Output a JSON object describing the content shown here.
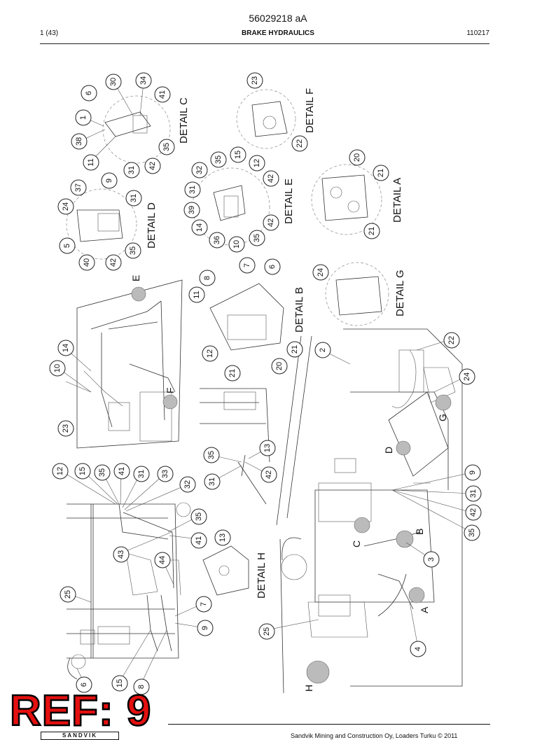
{
  "header": {
    "doc_number": "56029218 aA",
    "page": "1 (43)",
    "section_title": "BRAKE HYDRAULICS",
    "date_code": "110217"
  },
  "detail_labels": [
    "DETAIL C",
    "DETAIL F",
    "DETAIL D",
    "DETAIL E",
    "DETAIL A",
    "DETAIL B",
    "DETAIL G",
    "DETAIL H"
  ],
  "location_letters": [
    "E",
    "F",
    "D",
    "G",
    "C",
    "B",
    "A",
    "H"
  ],
  "callouts": [
    "30",
    "34",
    "6",
    "41",
    "1",
    "38",
    "11",
    "31",
    "42",
    "35",
    "23",
    "22",
    "37",
    "9",
    "24",
    "31",
    "5",
    "40",
    "42",
    "35",
    "35",
    "15",
    "32",
    "12",
    "31",
    "42",
    "39",
    "14",
    "36",
    "10",
    "35",
    "42",
    "20",
    "21",
    "21",
    "7",
    "6",
    "8",
    "11",
    "24",
    "12",
    "21",
    "20",
    "21",
    "2",
    "22",
    "14",
    "10",
    "23",
    "24",
    "13",
    "35",
    "31",
    "42",
    "12",
    "15",
    "35",
    "41",
    "31",
    "33",
    "32",
    "35",
    "41",
    "43",
    "44",
    "13",
    "9",
    "31",
    "42",
    "35",
    "3",
    "25",
    "7",
    "9",
    "4",
    "6",
    "15",
    "8",
    "25"
  ],
  "ref_stamp": "REF: 9",
  "footer": {
    "copyright": "Sandvik Mining and Construction Oy, Loaders Turku © 2011",
    "logo_text": "SANDVIK"
  }
}
